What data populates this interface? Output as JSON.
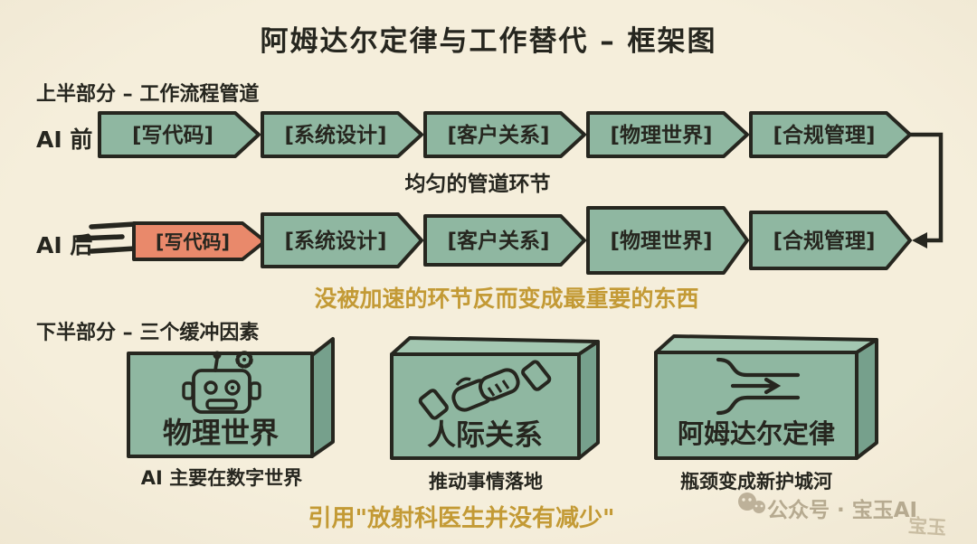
{
  "title": "阿姆达尔定律与工作替代 – 框架图",
  "sections": {
    "top": {
      "label": "上半部分 – 工作流程管道",
      "row_before": {
        "label": "AI 前",
        "stages": [
          "[写代码]",
          "[系统设计]",
          "[客户关系]",
          "[物理世界]",
          "[合规管理]"
        ],
        "caption": "均匀的管道环节"
      },
      "row_after": {
        "label": "AI 后",
        "stages": [
          "[写代码]",
          "[系统设计]",
          "[客户关系]",
          "[物理世界]",
          "[合规管理]"
        ],
        "caption": "没被加速的环节反而变成最重要的东西"
      }
    },
    "bottom": {
      "label": "下半部分 – 三个缓冲因素",
      "factors": [
        {
          "icon": "robot-icon",
          "title": "物理世界",
          "caption": "AI 主要在数字世界"
        },
        {
          "icon": "handshake-icon",
          "title": "人际关系",
          "caption": "推动事情落地"
        },
        {
          "icon": "bottleneck-icon",
          "title": "阿姆达尔定律",
          "caption": "瓶颈变成新护城河"
        }
      ]
    }
  },
  "footer": {
    "quote": "引用\"放射科医生并没有减少\"",
    "watermark": "公众号 · 宝玉AI",
    "signature": "宝玉"
  },
  "colors": {
    "background": "#f3ecd9",
    "box_green": "#8fb7a1",
    "box_green_top": "#a3c7b1",
    "box_green_side": "#76a08c",
    "box_red": "#e9896b",
    "outline": "#26261f",
    "accent_gold": "#c39a35",
    "watermark_gray": "#b6aa90"
  }
}
